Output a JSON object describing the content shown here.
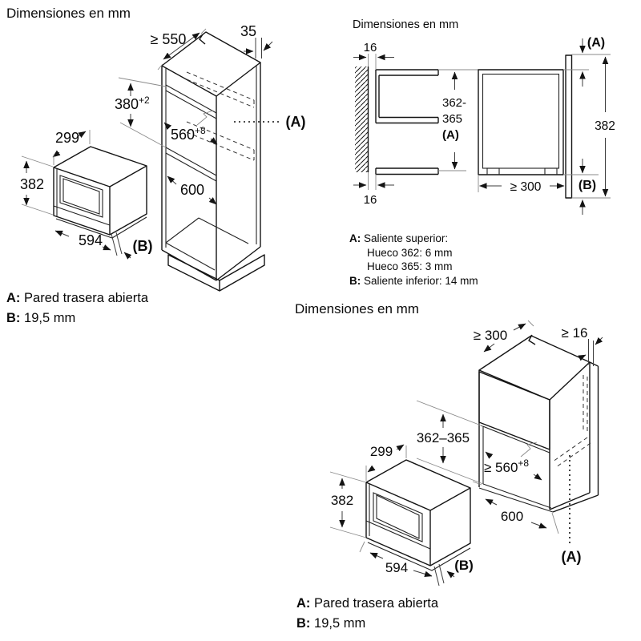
{
  "page": {
    "background": "#ffffff",
    "line_color": "#141414",
    "dim_color": "#3c3c3c"
  },
  "diagram1": {
    "title": "Dimensiones en mm",
    "dims": {
      "cabinet_depth": "≥ 550",
      "front_frame": "35",
      "niche_height": "380",
      "niche_height_sup": "+2",
      "niche_width": "560",
      "niche_width_sup": "+8",
      "lower_compartment": "600",
      "mw_depth": "299",
      "mw_height": "382",
      "mw_width": "594",
      "label_a": "(A)",
      "label_b": "(B)"
    },
    "notes": [
      {
        "key": "A:",
        "text": "Pared trasera abierta"
      },
      {
        "key": "B:",
        "text": "19,5 mm"
      }
    ]
  },
  "diagram2": {
    "title": "Dimensiones en mm",
    "dims": {
      "wall_gap_top": "16",
      "wall_gap_bottom": "16",
      "niche_height_line1": "362-",
      "niche_height_line2": "365",
      "niche_height_line3": "(A)",
      "niche_depth": "≥ 300",
      "front_height": "382",
      "label_a": "(A)",
      "label_b": "(B)"
    },
    "notes": [
      {
        "key": "A:",
        "text": "Saliente superior:"
      },
      {
        "key": "",
        "text": "Hueco 362: 6 mm"
      },
      {
        "key": "",
        "text": "Hueco 365: 3 mm"
      },
      {
        "key": "B:",
        "text": "Saliente inferior: 14 mm"
      }
    ]
  },
  "diagram3": {
    "title": "Dimensiones en mm",
    "dims": {
      "top_depth": "≥ 300",
      "wall_gap": "≥ 16",
      "niche_height": "362–365",
      "mw_depth": "299",
      "niche_width": "≥ 560",
      "niche_width_sup": "+8",
      "bottom_depth": "600",
      "mw_height": "382",
      "mw_width": "594",
      "label_a": "(A)",
      "label_b": "(B)"
    },
    "notes": [
      {
        "key": "A:",
        "text": "Pared trasera abierta"
      },
      {
        "key": "B:",
        "text": "19,5 mm"
      }
    ]
  }
}
